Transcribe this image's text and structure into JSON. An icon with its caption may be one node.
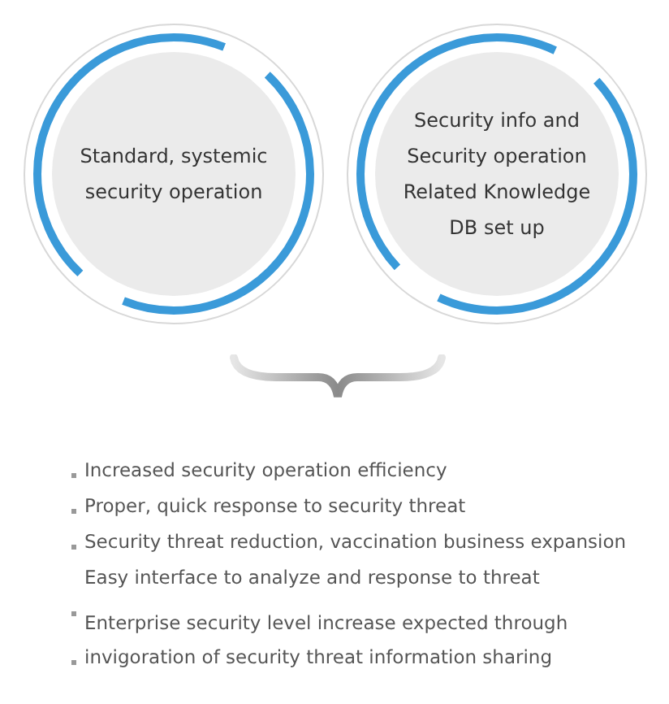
{
  "diagram": {
    "nodes": [
      {
        "text": [
          "Standard, systemic security operation"
        ]
      },
      {
        "text": [
          "Security info and Security operation Related Knowledge DB set up"
        ]
      }
    ],
    "labels": [
      "Increased security operation efficiency",
      "Proper, quick response to security threat",
      "Security threat reduction, vaccination business expansion",
      "Easy interface to analyze and response to threat",
      "Enterprise security level increase expected through",
      "invigoration of security threat information sharing"
    ]
  }
}
